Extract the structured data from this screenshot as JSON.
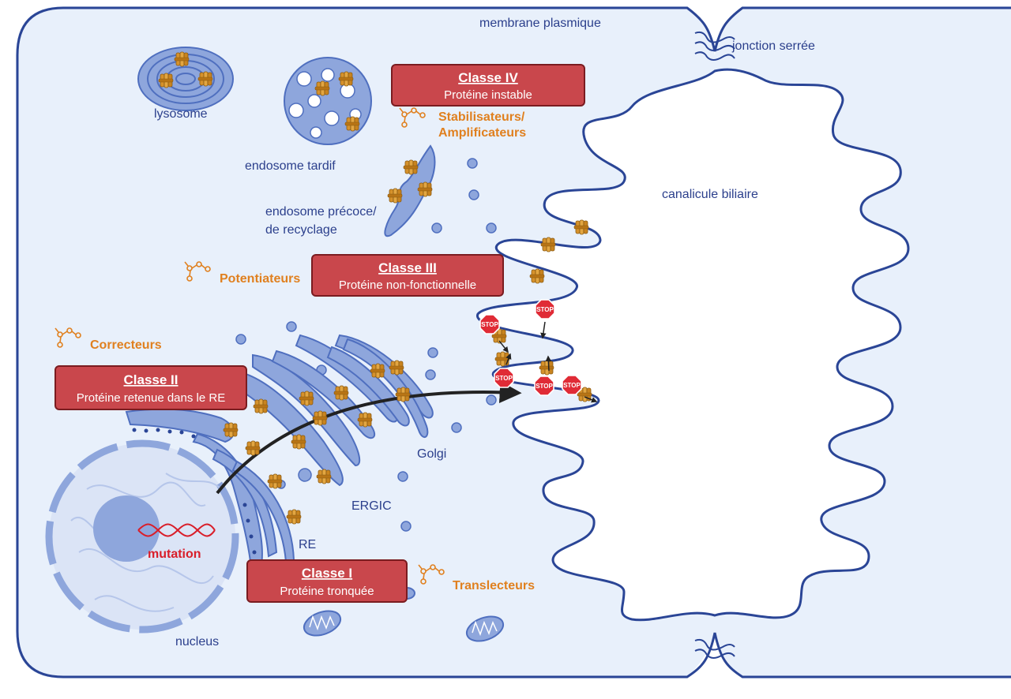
{
  "colors": {
    "cytoplasm": "#e8f0fb",
    "membrane": "#2a4596",
    "organelle": "#8ea6dc",
    "organelle_dark": "#4f6fbf",
    "protein": "#d6922c",
    "class_box": "#c9474c",
    "drug_text": "#e0801f",
    "mutation": "#d91e2a",
    "stop": "#e02b36"
  },
  "labels": {
    "plasma_membrane": "membrane plasmique",
    "tight_junction": "jonction serrée",
    "lysosome": "lysosome",
    "late_endosome": "endosome tardif",
    "early_endosome_1": "endosome précoce/",
    "early_endosome_2": "de recyclage",
    "bile_canaliculus": "canalicule biliaire",
    "golgi": "Golgi",
    "ergic": "ERGIC",
    "er": "RE",
    "nucleus": "nucleus",
    "mutation": "mutation"
  },
  "classes": [
    {
      "title": "Classe IV",
      "subtitle": "Protéine instable"
    },
    {
      "title": "Classe III",
      "subtitle": "Protéine non-fonctionnelle"
    },
    {
      "title": "Classe II",
      "subtitle": "Protéine retenue dans le RE"
    },
    {
      "title": "Classe I",
      "subtitle": "Protéine tronquée"
    }
  ],
  "drugs": {
    "stabilizers_1": "Stabilisateurs/",
    "stabilizers_2": "Amplificateurs",
    "potentiators": "Potentiateurs",
    "correctors": "Correcteurs",
    "translectors": "Translecteurs"
  },
  "stop_sign_text": "STOP",
  "icons": [
    "protein-icon",
    "molecule-icon",
    "stop-sign-icon",
    "dna-icon",
    "mitochondrion-icon",
    "arrow-icon"
  ]
}
